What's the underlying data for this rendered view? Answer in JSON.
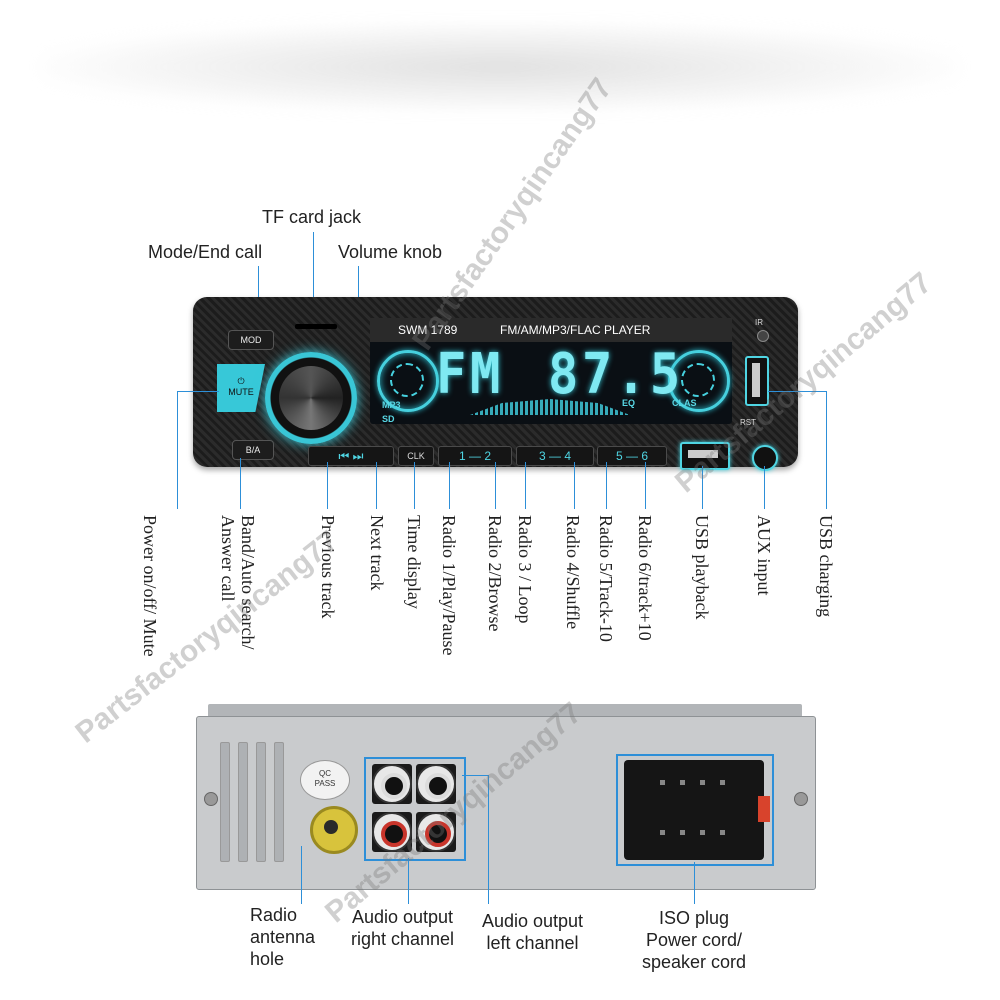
{
  "front": {
    "model": "SWM 1789",
    "player_title": "FM/AM/MP3/FLAC  PLAYER",
    "display_band": "FM",
    "display_freq": "87.5",
    "mp3_tag": "MP3",
    "eq_tag": "EQ",
    "clas_tag": "CLAS",
    "sd_tag": "SD",
    "ir_tag": "IR",
    "rst_tag": "RST",
    "mode_btn": "MOD",
    "mute_btn": "MUTE",
    "ba_btn": "B/A",
    "clk_btn": "CLK",
    "prev_next": "⏮ ⏭",
    "preset_12": "1 — 2",
    "preset_34": "3 — 4",
    "preset_56": "5 — 6"
  },
  "top_labels": {
    "tf_card": "TF card jack",
    "mode_end": "Mode/End call",
    "volume": "Volume knob"
  },
  "bottom_labels": [
    "Power on/off/\nMute",
    "Band/Auto search/\nAnswer call",
    "Previous track",
    "Next track",
    "Time display",
    "Radio 1/Play/Pause",
    "Radio 2/Browse",
    "Radio 3 / Loop",
    "Radio 4/Shuffle",
    "Radio 5/Track-10",
    "Radio 6/track+10",
    "USB playback",
    "AUX input",
    "USB charging"
  ],
  "back_labels": {
    "antenna": "Radio\nantenna\nhole",
    "audio_right": "Audio output\nright channel",
    "audio_left": "Audio output\nleft channel",
    "iso": "ISO plug\nPower cord/\nspeaker cord",
    "qc": "QC\nPASS"
  },
  "watermark": "Partsfactoryqincang77",
  "colors": {
    "accent": "#2d8fd8",
    "display_cyan": "#7fe9f2",
    "rca_red": "#c9352b",
    "rca_white": "#dcdcdc"
  }
}
